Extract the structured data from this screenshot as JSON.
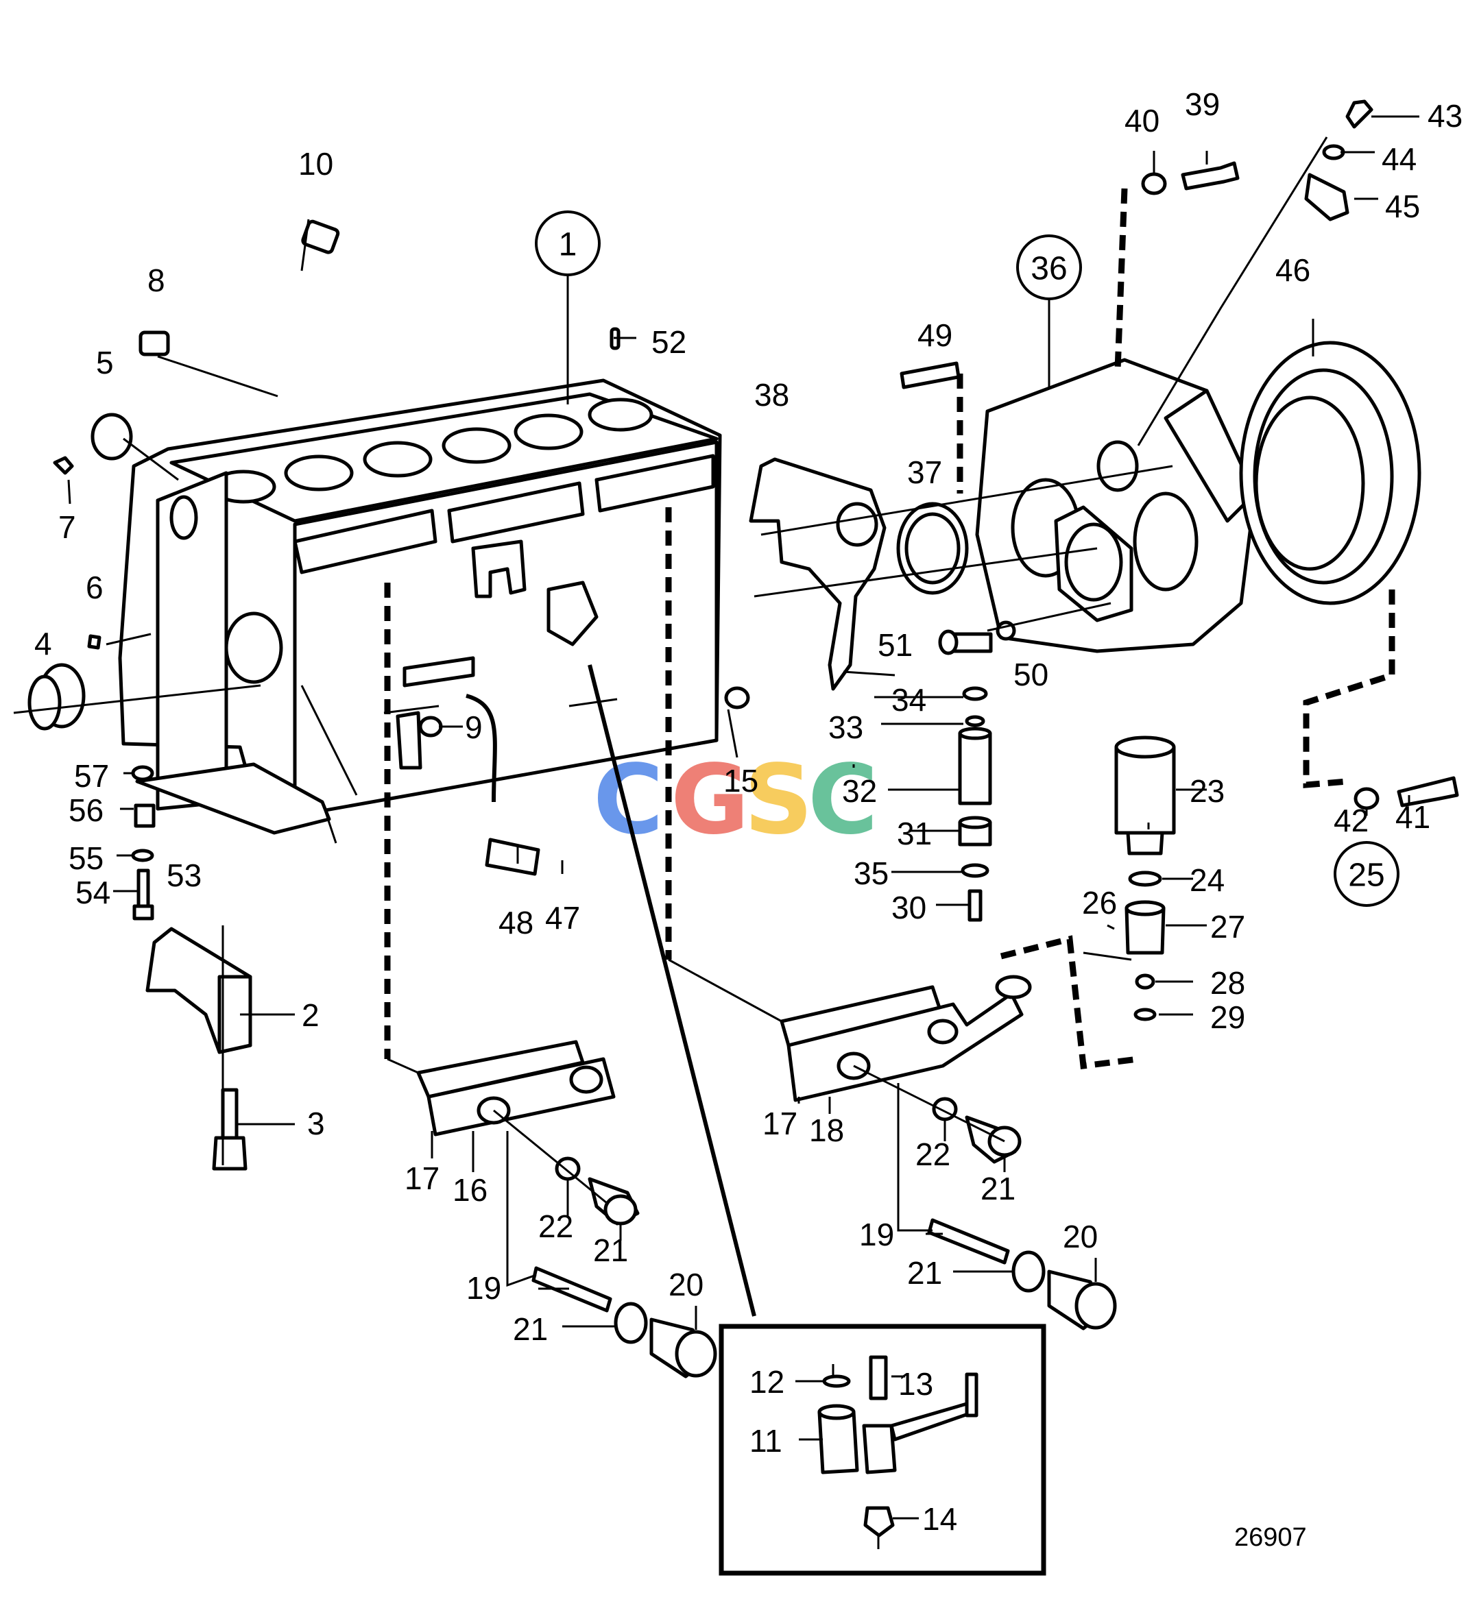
{
  "figure_number": "26907",
  "watermark": {
    "letters": [
      "C",
      "G",
      "S",
      "C"
    ],
    "colors": [
      "#4f86e8",
      "#ec6a5f",
      "#f6c443",
      "#4fb88a"
    ]
  },
  "callouts": {
    "c1": "1",
    "c36": "36",
    "c25": "25",
    "n2": "2",
    "n3": "3",
    "n4": "4",
    "n5": "5",
    "n6": "6",
    "n7": "7",
    "n8": "8",
    "n9": "9",
    "n10": "10",
    "n11": "11",
    "n12": "12",
    "n13": "13",
    "n14": "14",
    "n15": "15",
    "n16": "16",
    "n17a": "17",
    "n17b": "17",
    "n18": "18",
    "n19a": "19",
    "n19b": "19",
    "n20a": "20",
    "n20b": "20",
    "n21a": "21",
    "n21b": "21",
    "n21c": "21",
    "n21d": "21",
    "n22a": "22",
    "n22b": "22",
    "n23": "23",
    "n24": "24",
    "n26": "26",
    "n27": "27",
    "n28": "28",
    "n29": "29",
    "n30": "30",
    "n31": "31",
    "n32": "32",
    "n33": "33",
    "n34": "34",
    "n35": "35",
    "n37": "37",
    "n38": "38",
    "n39": "39",
    "n40": "40",
    "n41": "41",
    "n42": "42",
    "n43": "43",
    "n44": "44",
    "n45": "45",
    "n46": "46",
    "n47": "47",
    "n48": "48",
    "n49": "49",
    "n50": "50",
    "n51": "51",
    "n52": "52",
    "n53": "53",
    "n54": "54",
    "n55": "55",
    "n56": "56",
    "n57": "57"
  }
}
